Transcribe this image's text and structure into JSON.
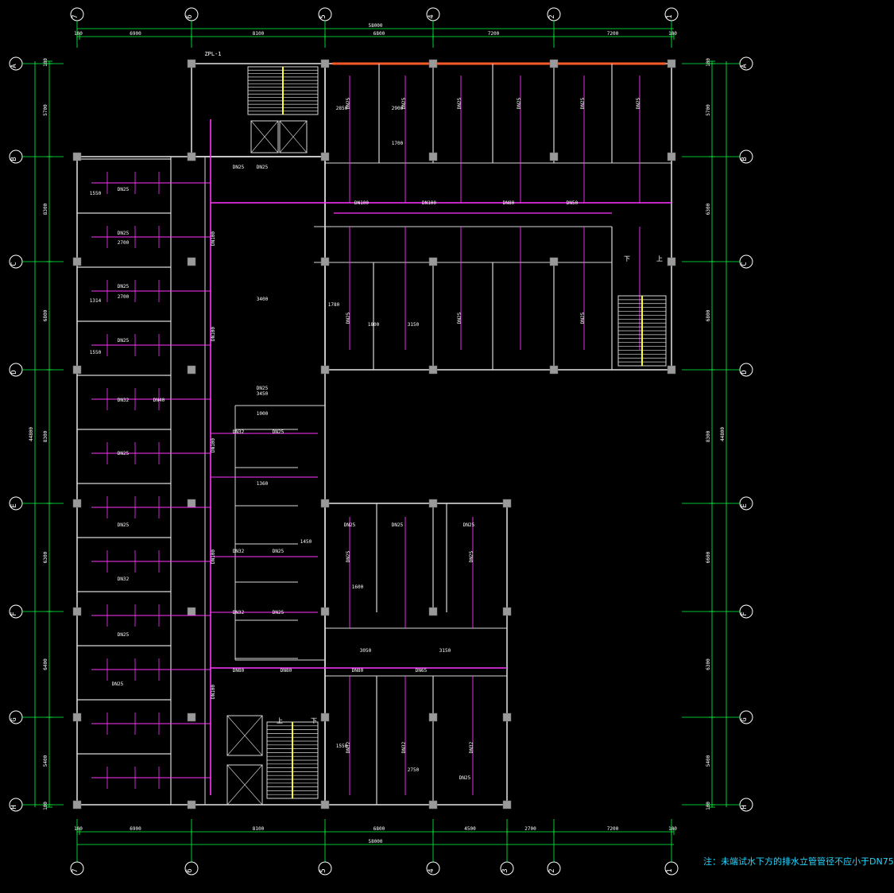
{
  "grid_columns": {
    "labels": [
      "7",
      "6",
      "5",
      "4",
      "2",
      "1"
    ],
    "bottom_labels": [
      "7",
      "6",
      "5",
      "4",
      "3",
      "2",
      "1"
    ]
  },
  "grid_rows": {
    "labels": [
      "A",
      "B",
      "C",
      "D",
      "E",
      "F",
      "G",
      "H"
    ]
  },
  "dimensions": {
    "top_total": "58000",
    "top_segments": [
      "100",
      "6900",
      "8100",
      "6800",
      "7200",
      "7200",
      "100"
    ],
    "bottom_total": "58000",
    "bottom_segments": [
      "100",
      "6900",
      "8100",
      "6800",
      "4500",
      "2700",
      "7200",
      "100"
    ],
    "left_total": "44800",
    "left_segments": [
      "100",
      "5700",
      "8300",
      "6800",
      "8300",
      "6300",
      "6400",
      "5400",
      "100"
    ],
    "right_total": "44800",
    "right_segments": [
      "100",
      "5700",
      "6300",
      "6800",
      "8300",
      "6600",
      "6300",
      "5400",
      "100"
    ]
  },
  "labels": {
    "riser": "ZPL-1",
    "stair_down": "下",
    "stair_up": "上",
    "pipe_dn25": "DN25",
    "pipe_dn32": "DN32",
    "pipe_dn40": "DN40",
    "pipe_dn50": "DN50",
    "pipe_dn65": "DN65",
    "pipe_dn80": "DN80",
    "pipe_dn100": "DN100"
  },
  "room_dims": [
    "1550",
    "2700",
    "1314",
    "2700",
    "1550",
    "1700",
    "1780",
    "2850",
    "2900",
    "1800",
    "3150",
    "3450",
    "3400",
    "1450",
    "1600",
    "1360",
    "1000",
    "3050",
    "3150",
    "2750",
    "1550"
  ],
  "note": "注：未端试水下方的排水立管管径不应小于DN75",
  "colors": {
    "background": "#000000",
    "grid_line": "#00ff40",
    "wall": "#d8d8d8",
    "column": "#9a9a9a",
    "pipe": "#ff33ff",
    "dim_text": "#ffffff",
    "stair": "#ffff33",
    "window": "#ff5a2a",
    "note": "#25d6ff"
  }
}
